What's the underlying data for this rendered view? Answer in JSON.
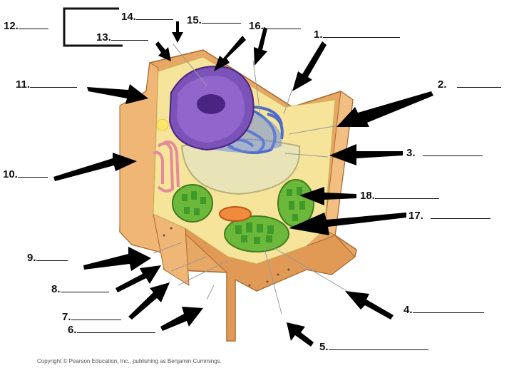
{
  "labels": [
    {
      "id": "12",
      "text": "12."
    },
    {
      "id": "14",
      "text": "14."
    },
    {
      "id": "15",
      "text": "15."
    },
    {
      "id": "16",
      "text": "16."
    },
    {
      "id": "1",
      "text": "1."
    },
    {
      "id": "13",
      "text": "13."
    },
    {
      "id": "11",
      "text": "11."
    },
    {
      "id": "2",
      "text": "2."
    },
    {
      "id": "3",
      "text": "3."
    },
    {
      "id": "10",
      "text": "10."
    },
    {
      "id": "18",
      "text": "18."
    },
    {
      "id": "17",
      "text": "17."
    },
    {
      "id": "9",
      "text": "9."
    },
    {
      "id": "8",
      "text": "8."
    },
    {
      "id": "4",
      "text": "4."
    },
    {
      "id": "7",
      "text": "7."
    },
    {
      "id": "6",
      "text": "6."
    },
    {
      "id": "5",
      "text": "5."
    }
  ],
  "copyright": "Copyright © Pearson Education, Inc., publishing as Benjamin Cummings.",
  "colors": {
    "cell_wall": "#e8a865",
    "cell_wall_dark": "#c98745",
    "cytoplasm": "#f5e49a",
    "nucleus": "#7b52b8",
    "nucleolus": "#4a2480",
    "er": "#4f6cc7",
    "vacuole": "#e9e3b8",
    "chloroplast": "#6bb83a",
    "mitochondrion": "#f08a3c",
    "golgi": "#e68a9a",
    "arrow": "#000000"
  }
}
